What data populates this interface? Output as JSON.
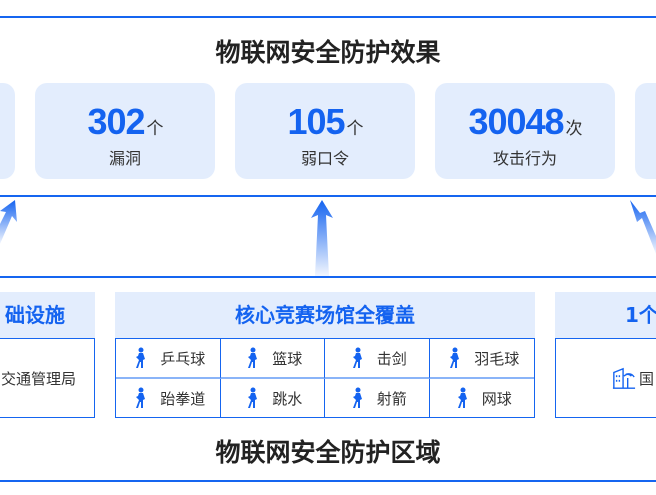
{
  "effect": {
    "title": "物联网安全防护效果",
    "cards": [
      {
        "value": "302",
        "unit": "个",
        "label": "漏洞"
      },
      {
        "value": "105",
        "unit": "个",
        "label": "弱口令"
      },
      {
        "value": "30048",
        "unit": "次",
        "label": "攻击行为"
      }
    ]
  },
  "area": {
    "title": "物联网安全防护区域",
    "left_panel": {
      "header": "础设施",
      "body": "交通管理局"
    },
    "center_panel": {
      "header": "核心竞赛场馆全覆盖",
      "sports": [
        {
          "label": "乒乓球",
          "icon": "table-tennis-icon"
        },
        {
          "label": "篮球",
          "icon": "basketball-icon"
        },
        {
          "label": "击剑",
          "icon": "fencing-icon"
        },
        {
          "label": "羽毛球",
          "icon": "badminton-icon"
        },
        {
          "label": "跆拳道",
          "icon": "taekwondo-icon"
        },
        {
          "label": "跳水",
          "icon": "diving-icon"
        },
        {
          "label": "射箭",
          "icon": "archery-icon"
        },
        {
          "label": "网球",
          "icon": "tennis-icon"
        }
      ]
    },
    "right_panel": {
      "header": "1个",
      "body": "国",
      "icon": "building-icon"
    }
  },
  "colors": {
    "accent": "#1463f0",
    "card_bg": "#e3edfd"
  }
}
